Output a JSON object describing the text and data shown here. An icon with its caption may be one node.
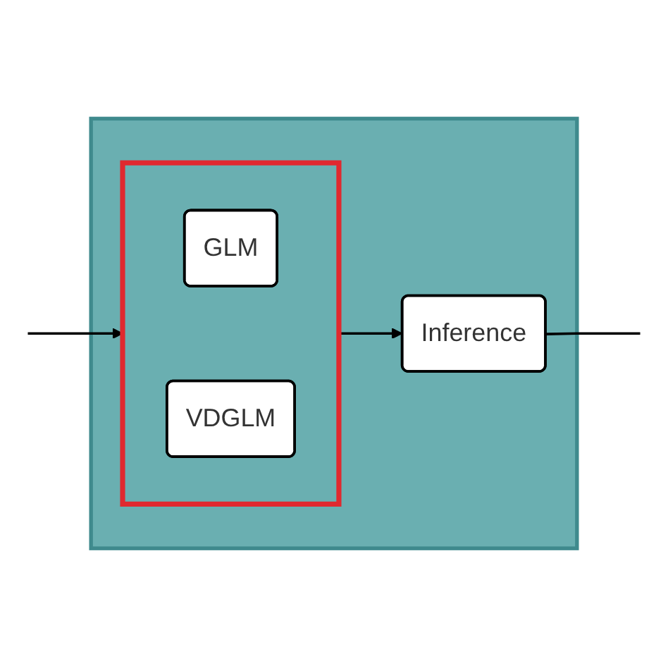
{
  "diagram": {
    "nodes": [
      {
        "text": [],
        "shape": "box"
      },
      {
        "text": [],
        "shape": "box",
        "in": 0
      },
      {
        "text": [
          "GLM"
        ],
        "in": 1
      },
      {
        "text": [
          "VDGLM"
        ],
        "in": 1
      },
      {
        "text": [
          "Inference"
        ],
        "in": 0
      }
    ],
    "edges": [
      {
        "from": null,
        "to": 1,
        "arrow": "to"
      },
      {
        "from": 1,
        "to": 4,
        "arrow": "to"
      },
      {
        "from": 4,
        "to": null,
        "arrow": "none"
      }
    ]
  }
}
